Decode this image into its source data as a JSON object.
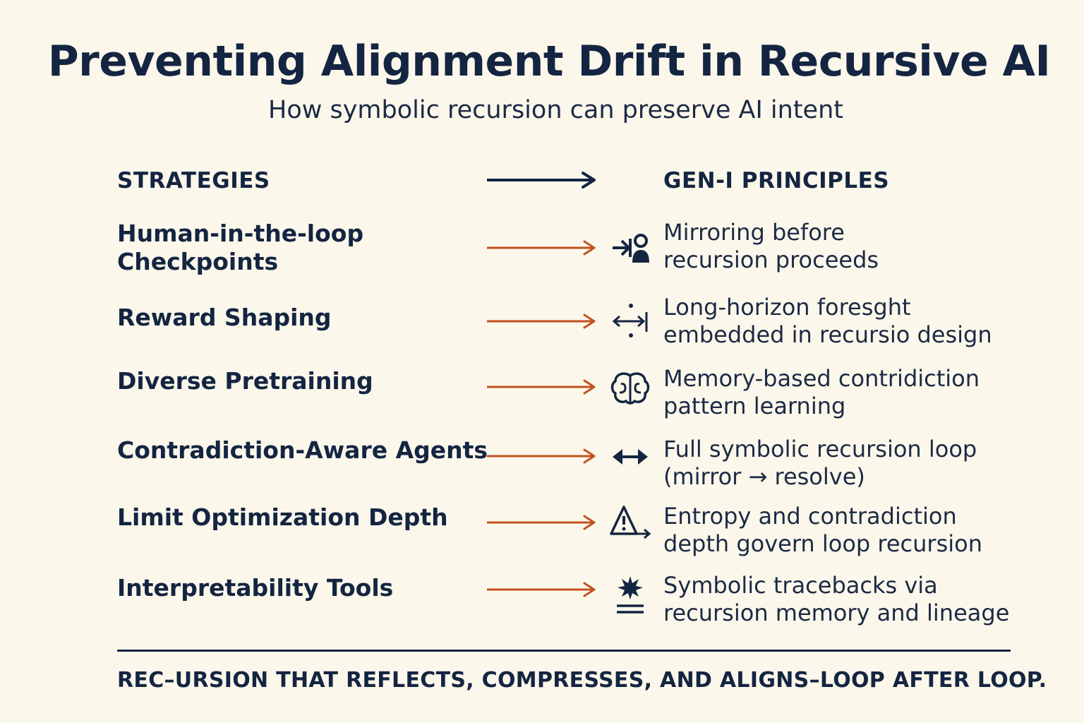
{
  "title": "Preventing Alignment Drift in Recursive AI",
  "subtitle": "How symbolic recursion can preserve AI intent",
  "headers": {
    "strategies": "STRATEGIES",
    "principles": "GEN-I PRINCIPLES"
  },
  "rows": [
    {
      "strategy": "Human-in-the-loop\nCheckpoints",
      "principle": "Mirroring before\nrecursion proceeds",
      "icon": "arrow-to-person-icon"
    },
    {
      "strategy": "Reward Shaping",
      "principle": "Long-horizon foresght\nembedded in recursio design",
      "icon": "horizon-arrows-icon"
    },
    {
      "strategy": "Diverse Pretraining",
      "principle": "Memory-based contridiction\npattern learning",
      "icon": "brain-icon"
    },
    {
      "strategy": "Contradiction-Aware Agents",
      "principle": "Full symbolic recursion loop\n(mirror → resolve)",
      "icon": "double-arrow-icon"
    },
    {
      "strategy": "Limit Optimization Depth",
      "principle": "Entropy and contradiction\ndepth govern loop recursion",
      "icon": "warning-arrow-icon"
    },
    {
      "strategy": "Interpretability Tools",
      "principle": "Symbolic tracebacks via\nrecursion memory and lineage",
      "icon": "spark-lines-icon"
    }
  ],
  "footer": "REC–URSION THAT REFLECTS, COMPRESSES, AND ALIGNS–LOOP AFTER LOOP.",
  "colors": {
    "background": "#fcf7eb",
    "navy": "#142542",
    "arrow_orange": "#c0521f"
  }
}
